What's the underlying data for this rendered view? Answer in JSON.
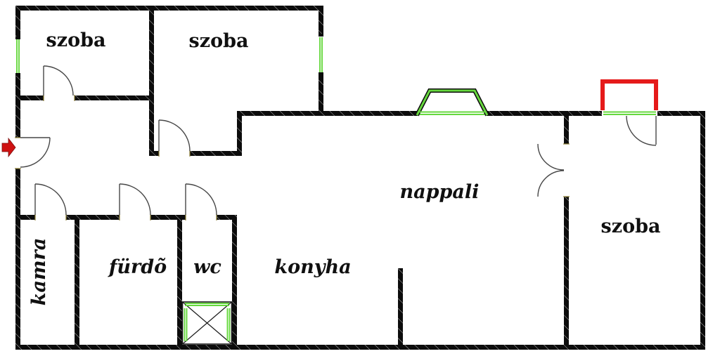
{
  "floorplan": {
    "labels": {
      "szoba_top_left": "szoba",
      "szoba_top_mid": "szoba",
      "nappali": "nappali",
      "szoba_right": "szoba",
      "kamra": "kamra",
      "furdo": "fürdõ",
      "wc": "wc",
      "konyha": "konyha"
    },
    "colors": {
      "background": "#ffffff",
      "wall": "#0c0c0c",
      "window": "#66d83e",
      "balcony": "#e51a1a",
      "arrow": "#cf1212",
      "door": "#474747",
      "jamb": "#8b7d33"
    }
  }
}
